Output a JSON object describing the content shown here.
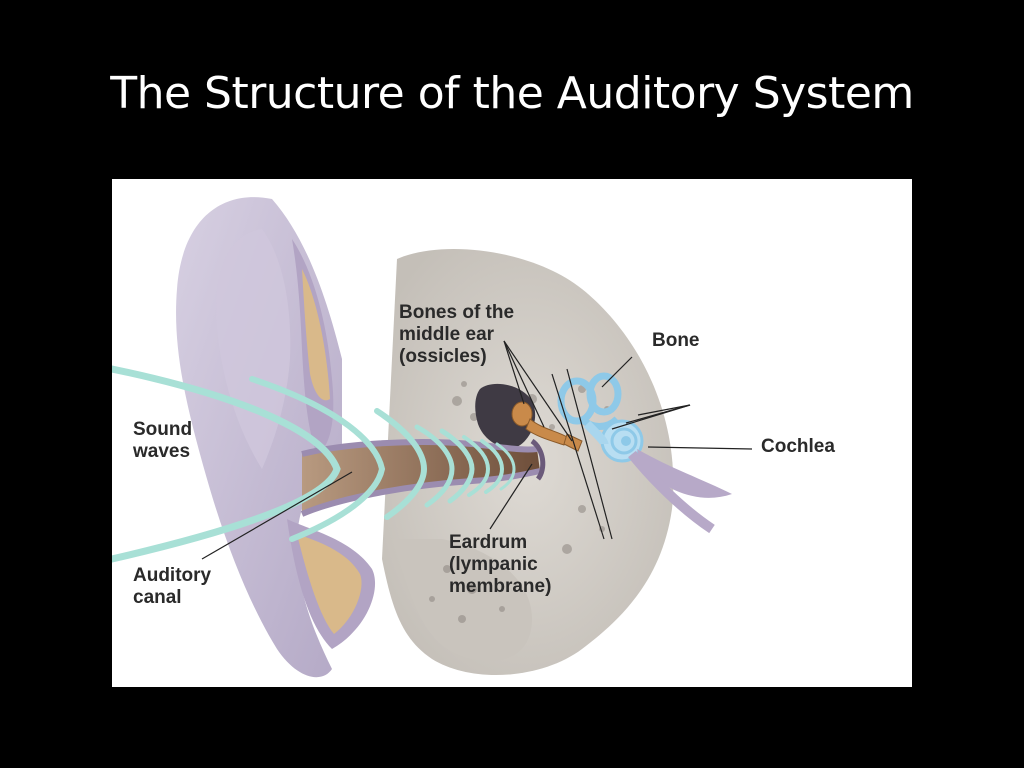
{
  "slide": {
    "title": "The Structure of the Auditory System",
    "background": "#000000"
  },
  "diagram": {
    "labels": {
      "ossicles": "Bones of the\nmiddle ear\n(ossicles)",
      "bone": "Bone",
      "sound_waves": "Sound\nwaves",
      "cochlea": "Cochlea",
      "auditory_canal": "Auditory\ncanal",
      "eardrum": "Eardrum\n(lympanic\nmembrane)"
    },
    "colors": {
      "outer_ear": "#c8bfd6",
      "cartilage": "#d9b98a",
      "bone": "#d8d4ce",
      "canal": "#8a6a52",
      "sound_wave": "#a8e0d6",
      "inner_ear": "#a9d6ee",
      "ossicles": "#c98a4a"
    }
  }
}
